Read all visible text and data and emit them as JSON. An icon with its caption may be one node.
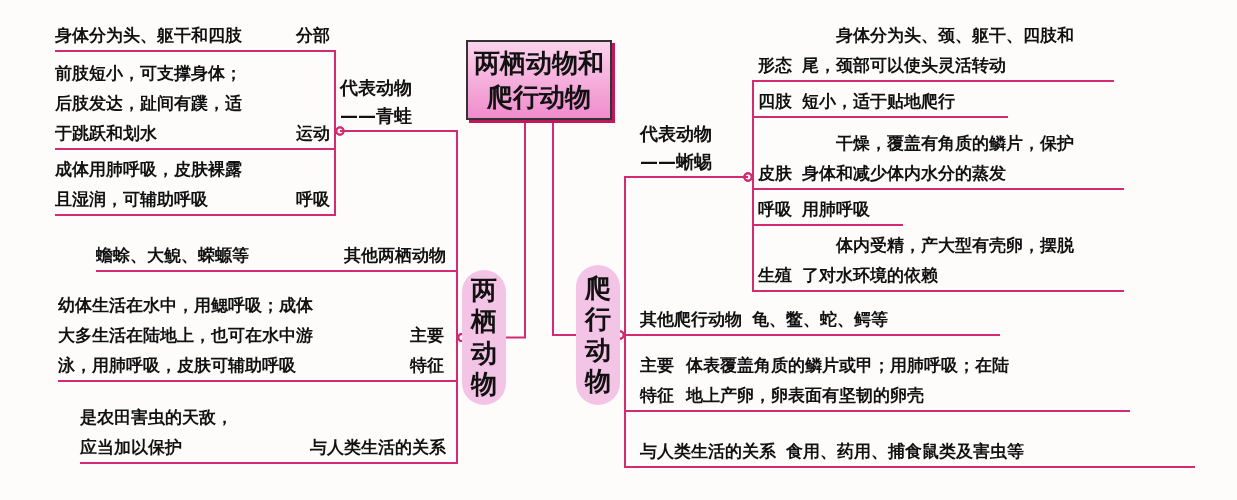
{
  "diagram": {
    "nodes": [
      {
        "text": [
          "两栖动物和爬行动物"
        ]
      },
      {
        "text": [
          "两栖动物"
        ]
      },
      {
        "text": [
          "爬行动物"
        ]
      },
      {
        "text": [
          "代表动物——青蛙"
        ]
      },
      {
        "text": [
          "身体分为头、躯干和四肢",
          "分部"
        ]
      },
      {
        "text": [
          "前肢短小，可支撑身体；后肢发达，趾间有蹼，适于跳跃和划水",
          "运动"
        ]
      },
      {
        "text": [
          "成体用肺呼吸，皮肤裸露且湿润，可辅助呼吸",
          "呼吸"
        ]
      },
      {
        "text": [
          "蟾蜍、大鲵、蝾螈等",
          "其他两栖动物"
        ]
      },
      {
        "text": [
          "幼体生活在水中，用鳃呼吸；成体大多生活在陆地上，也可在水中游泳，用肺呼吸，皮肤可辅助呼吸",
          "主要特征"
        ]
      },
      {
        "text": [
          "是农田害虫的天敌，应当加以保护",
          "与人类生活的关系"
        ]
      },
      {
        "text": [
          "代表动物——蜥蜴"
        ]
      },
      {
        "text": [
          "形态",
          "身体分为头、颈、躯干、四肢和尾，颈部可以使头灵活转动"
        ]
      },
      {
        "text": [
          "四肢",
          "短小，适于贴地爬行"
        ]
      },
      {
        "text": [
          "皮肤",
          "干燥，覆盖有角质的鳞片，保护身体和减少体内水分的蒸发"
        ]
      },
      {
        "text": [
          "呼吸",
          "用肺呼吸"
        ]
      },
      {
        "text": [
          "生殖",
          "体内受精，产大型有壳卵，摆脱了对水环境的依赖"
        ]
      },
      {
        "text": [
          "其他爬行动物",
          "龟、鳖、蛇、鳄等"
        ]
      },
      {
        "text": [
          "主要特征",
          "体表覆盖角质的鳞片或甲；用肺呼吸；在陆地上产卵，卵表面有坚韧的卵壳"
        ]
      },
      {
        "text": [
          "与人类生活的关系",
          "食用、药用、捕食鼠类及害虫等"
        ]
      }
    ],
    "edges": [
      {
        "from": 0,
        "to": 1,
        "arrow": "none"
      },
      {
        "from": 0,
        "to": 2,
        "arrow": "none"
      },
      {
        "from": 1,
        "to": 3,
        "arrow": "other"
      },
      {
        "from": 3,
        "to": 4,
        "arrow": "other"
      },
      {
        "from": 3,
        "to": 5,
        "arrow": "other"
      },
      {
        "from": 3,
        "to": 6,
        "arrow": "other"
      },
      {
        "from": 1,
        "to": 7,
        "arrow": "other"
      },
      {
        "from": 1,
        "to": 8,
        "arrow": "other"
      },
      {
        "from": 1,
        "to": 9,
        "arrow": "other"
      },
      {
        "from": 2,
        "to": 10,
        "arrow": "other"
      },
      {
        "from": 10,
        "to": 11,
        "arrow": "other"
      },
      {
        "from": 10,
        "to": 12,
        "arrow": "other"
      },
      {
        "from": 10,
        "to": 13,
        "arrow": "other"
      },
      {
        "from": 10,
        "to": 14,
        "arrow": "other"
      },
      {
        "from": 10,
        "to": 15,
        "arrow": "other"
      },
      {
        "from": 2,
        "to": 16,
        "arrow": "other"
      },
      {
        "from": 2,
        "to": 17,
        "arrow": "other"
      },
      {
        "from": 2,
        "to": 18,
        "arrow": "other"
      }
    ]
  }
}
